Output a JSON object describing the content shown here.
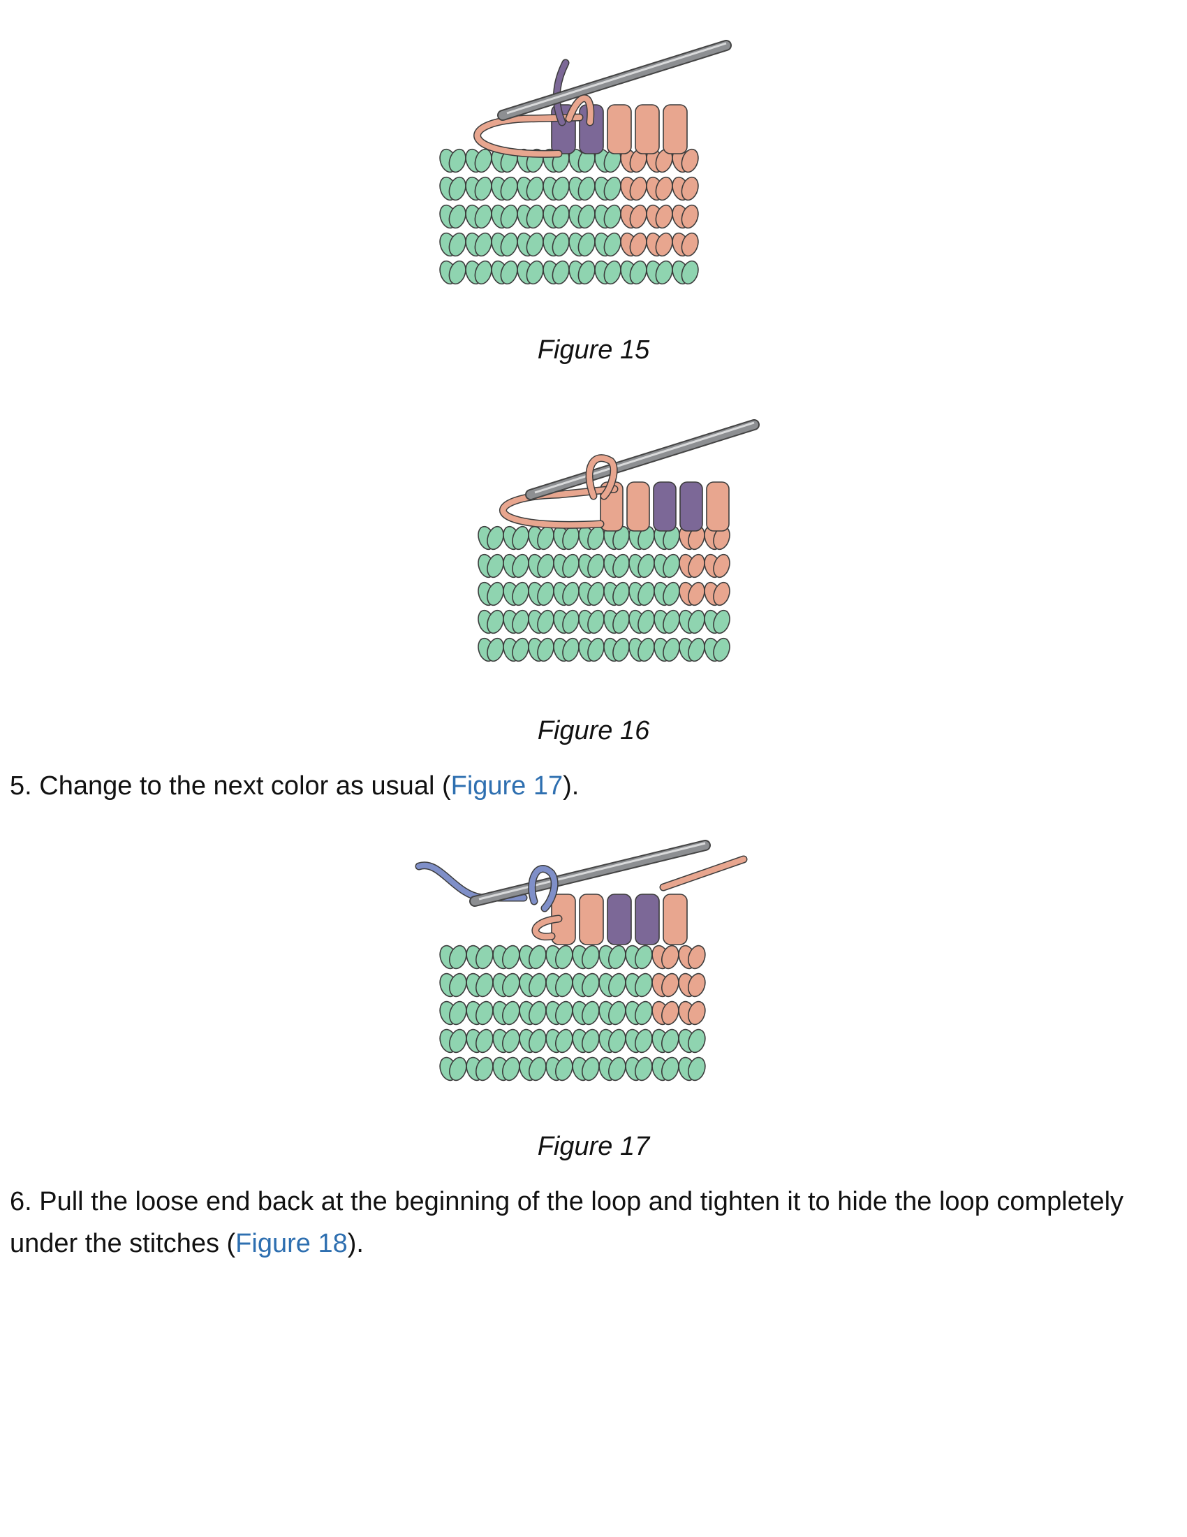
{
  "colors": {
    "green": "#8fd4b0",
    "salmon": "#e8a68f",
    "purple": "#7c6897",
    "blue": "#7f8fc8",
    "hook": "#8d8f92",
    "link": "#2e6fb0"
  },
  "figures": [
    {
      "caption": "Figure 15",
      "icon": "crochet-hook-color-change-icon"
    },
    {
      "caption": "Figure 16",
      "icon": "crochet-hook-color-change-icon"
    },
    {
      "caption": "Figure 17",
      "icon": "crochet-hook-color-change-icon"
    }
  ],
  "steps": [
    {
      "prefix": "5. Change to the next color as usual (",
      "link": "Figure 17",
      "suffix": ")."
    },
    {
      "prefix": "6. Pull the loose end back at the beginning of the loop and tighten it to hide the loop completely under the stitches (",
      "link": "Figure 18",
      "suffix": ")."
    }
  ]
}
